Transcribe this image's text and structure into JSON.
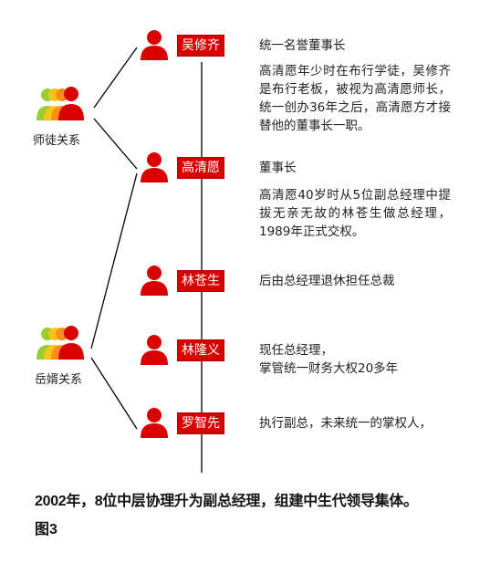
{
  "groups": {
    "mentor": {
      "label": "师徒关系"
    },
    "inlaw": {
      "label": "岳婿关系"
    }
  },
  "people": [
    {
      "name": "吴修齐",
      "role": "统一名誉董事长",
      "desc": "高清愿年少时在布行学徒，吴修齐是布行老板，被视为高清愿师长，统一创办36年之后，高清愿方才接替他的董事长一职。"
    },
    {
      "name": "高清愿",
      "role": "董事长",
      "desc": "高清愿40岁时从5位副总经理中提拔无亲无故的林苍生做总经理，1989年正式交权。"
    },
    {
      "name": "林苍生",
      "role": "",
      "desc": "后由总经理退休担任总裁"
    },
    {
      "name": "林隆义",
      "role": "",
      "desc": "现任总经理，\n掌管统一财务大权20多年"
    },
    {
      "name": "罗智先",
      "role": "",
      "desc": "执行副总，未来统一的掌权人，"
    }
  ],
  "caption": "2002年，8位中层协理升为副总经理，组建中生代领导集体。",
  "figure_label": "图3",
  "colors": {
    "accent": "#d80000",
    "line": "#000000"
  }
}
